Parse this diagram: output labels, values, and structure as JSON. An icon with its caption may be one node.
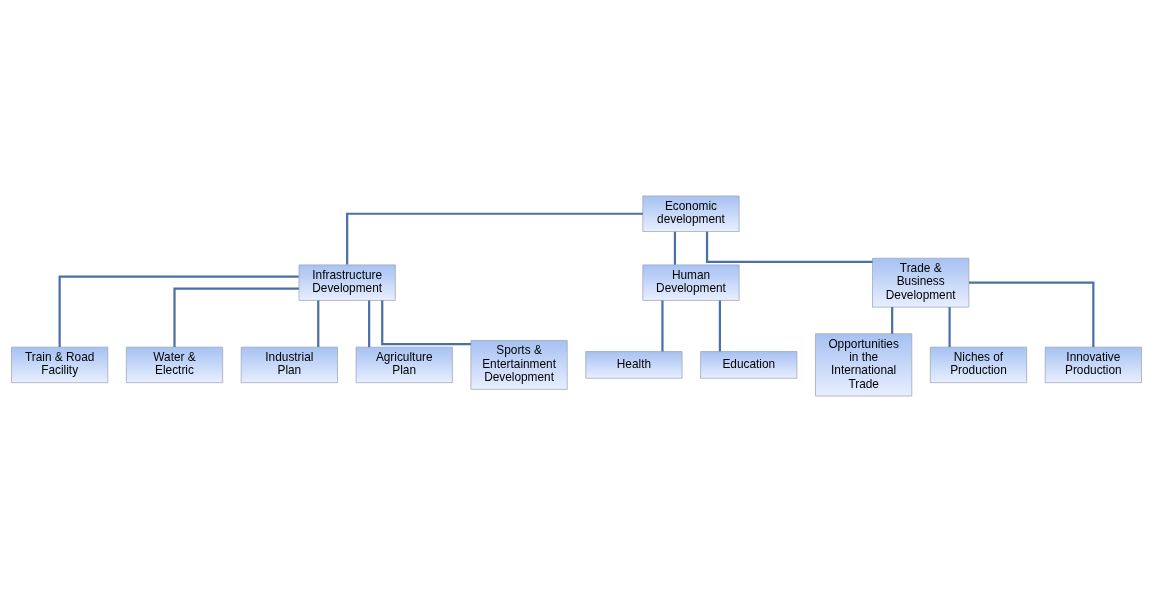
{
  "diagram": {
    "nodes": [
      {
        "text": [
          "Economic development"
        ]
      },
      {
        "text": [
          "Infrastructure Development"
        ]
      },
      {
        "text": [
          "Human Development"
        ]
      },
      {
        "text": [
          "Trade & Business Development"
        ]
      },
      {
        "text": [
          "Train & Road Facility"
        ]
      },
      {
        "text": [
          "Water & Electric"
        ]
      },
      {
        "text": [
          "Industrial Plan"
        ]
      },
      {
        "text": [
          "Agriculture Plan"
        ]
      },
      {
        "text": [
          "Sports & Entertainment Development"
        ]
      },
      {
        "text": [
          "Health"
        ]
      },
      {
        "text": [
          "Education"
        ]
      },
      {
        "text": [
          "Opportunities in the International Trade"
        ]
      },
      {
        "text": [
          "Niches of Production"
        ]
      },
      {
        "text": [
          "Innovative Production"
        ]
      }
    ],
    "edges": [
      {
        "from": 0,
        "to": 1,
        "arrow": "none"
      },
      {
        "from": 0,
        "to": 2,
        "arrow": "none"
      },
      {
        "from": 0,
        "to": 3,
        "arrow": "none"
      },
      {
        "from": 1,
        "to": 4,
        "arrow": "none"
      },
      {
        "from": 1,
        "to": 5,
        "arrow": "none"
      },
      {
        "from": 1,
        "to": 6,
        "arrow": "none"
      },
      {
        "from": 1,
        "to": 7,
        "arrow": "none"
      },
      {
        "from": 1,
        "to": 8,
        "arrow": "none"
      },
      {
        "from": 2,
        "to": 9,
        "arrow": "none"
      },
      {
        "from": 2,
        "to": 10,
        "arrow": "none"
      },
      {
        "from": 3,
        "to": 11,
        "arrow": "none"
      },
      {
        "from": 3,
        "to": 12,
        "arrow": "none"
      },
      {
        "from": 3,
        "to": 13,
        "arrow": "none"
      }
    ]
  }
}
